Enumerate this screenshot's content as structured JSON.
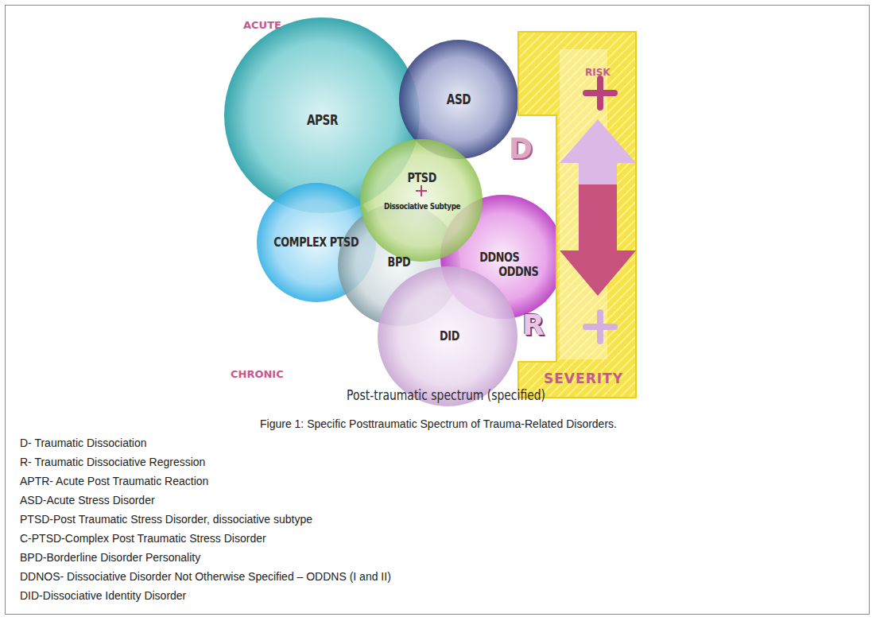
{
  "diagram": {
    "caption": "Figure 1: Specific Posttraumatic Spectrum of Trauma-Related Disorders.",
    "nodes": [
      {
        "text": [
          "APSR"
        ]
      },
      {
        "text": [
          "ASD"
        ]
      },
      {
        "text": [
          "PTSD",
          "Dissociative Subtype"
        ]
      },
      {
        "text": [
          "COMPLEX PTSD"
        ]
      },
      {
        "text": [
          "BPD"
        ]
      },
      {
        "text": [
          "DDNOS",
          "ODDNS"
        ]
      },
      {
        "text": [
          "DID"
        ]
      }
    ],
    "labels": [
      "ACUTE",
      "CHRONIC",
      "D",
      "R",
      "RISK",
      "SEVERITY",
      "Post-traumatic spectrum (specified)",
      "D- Traumatic Dissociation",
      "R- Traumatic Dissociative Regression",
      "APTR- Acute Post Traumatic Reaction",
      "ASD-Acute Stress Disorder",
      "PTSD-Post Traumatic Stress Disorder, dissociative subtype",
      "C-PTSD-Complex Post Traumatic Stress Disorder",
      "BPD-Borderline Disorder Personality",
      "DDNOS- Dissociative Disorder Not Otherwise Specified – ODDNS (I and II)",
      "DID-Dissociative Identity Disorder"
    ]
  }
}
